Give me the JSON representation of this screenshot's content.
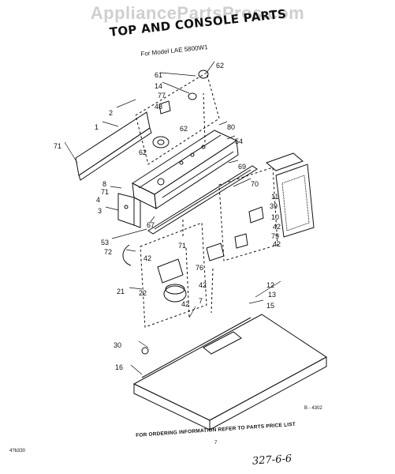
{
  "watermark": "AppliancePartsPros.com",
  "title": "TOP AND CONSOLE PARTS",
  "subtitle": "For Model LAE 5800W1",
  "footer": "FOR ORDERING INFORMATION REFER TO PARTS PRICE LIST",
  "page_number": "7",
  "left_code": "4?b330",
  "right_code": "B - 4302",
  "handwritten_note": "327-6-6",
  "part_labels": [
    {
      "id": "61",
      "text": "61"
    },
    {
      "id": "62a",
      "text": "62"
    },
    {
      "id": "14",
      "text": "14"
    },
    {
      "id": "77",
      "text": "77"
    },
    {
      "id": "48",
      "text": "48"
    },
    {
      "id": "2",
      "text": "2"
    },
    {
      "id": "1",
      "text": "1"
    },
    {
      "id": "62b",
      "text": "62"
    },
    {
      "id": "80",
      "text": "80"
    },
    {
      "id": "54",
      "text": "54"
    },
    {
      "id": "62c",
      "text": "62"
    },
    {
      "id": "71a",
      "text": "71"
    },
    {
      "id": "69",
      "text": "69"
    },
    {
      "id": "8",
      "text": "8"
    },
    {
      "id": "71b",
      "text": "71"
    },
    {
      "id": "70",
      "text": "70"
    },
    {
      "id": "11",
      "text": "11"
    },
    {
      "id": "39",
      "text": "39"
    },
    {
      "id": "4",
      "text": "4"
    },
    {
      "id": "10",
      "text": "10"
    },
    {
      "id": "3",
      "text": "3"
    },
    {
      "id": "67",
      "text": "67"
    },
    {
      "id": "79",
      "text": "79"
    },
    {
      "id": "42a",
      "text": "42"
    },
    {
      "id": "53",
      "text": "53"
    },
    {
      "id": "42b",
      "text": "42"
    },
    {
      "id": "72",
      "text": "72"
    },
    {
      "id": "42c",
      "text": "42"
    },
    {
      "id": "71c",
      "text": "71"
    },
    {
      "id": "76",
      "text": "76"
    },
    {
      "id": "42d",
      "text": "42"
    },
    {
      "id": "21",
      "text": "21"
    },
    {
      "id": "22",
      "text": "22"
    },
    {
      "id": "12",
      "text": "12"
    },
    {
      "id": "7",
      "text": "7"
    },
    {
      "id": "13",
      "text": "13"
    },
    {
      "id": "42e",
      "text": "42"
    },
    {
      "id": "15",
      "text": "15"
    },
    {
      "id": "30",
      "text": "30"
    },
    {
      "id": "16",
      "text": "16"
    }
  ]
}
